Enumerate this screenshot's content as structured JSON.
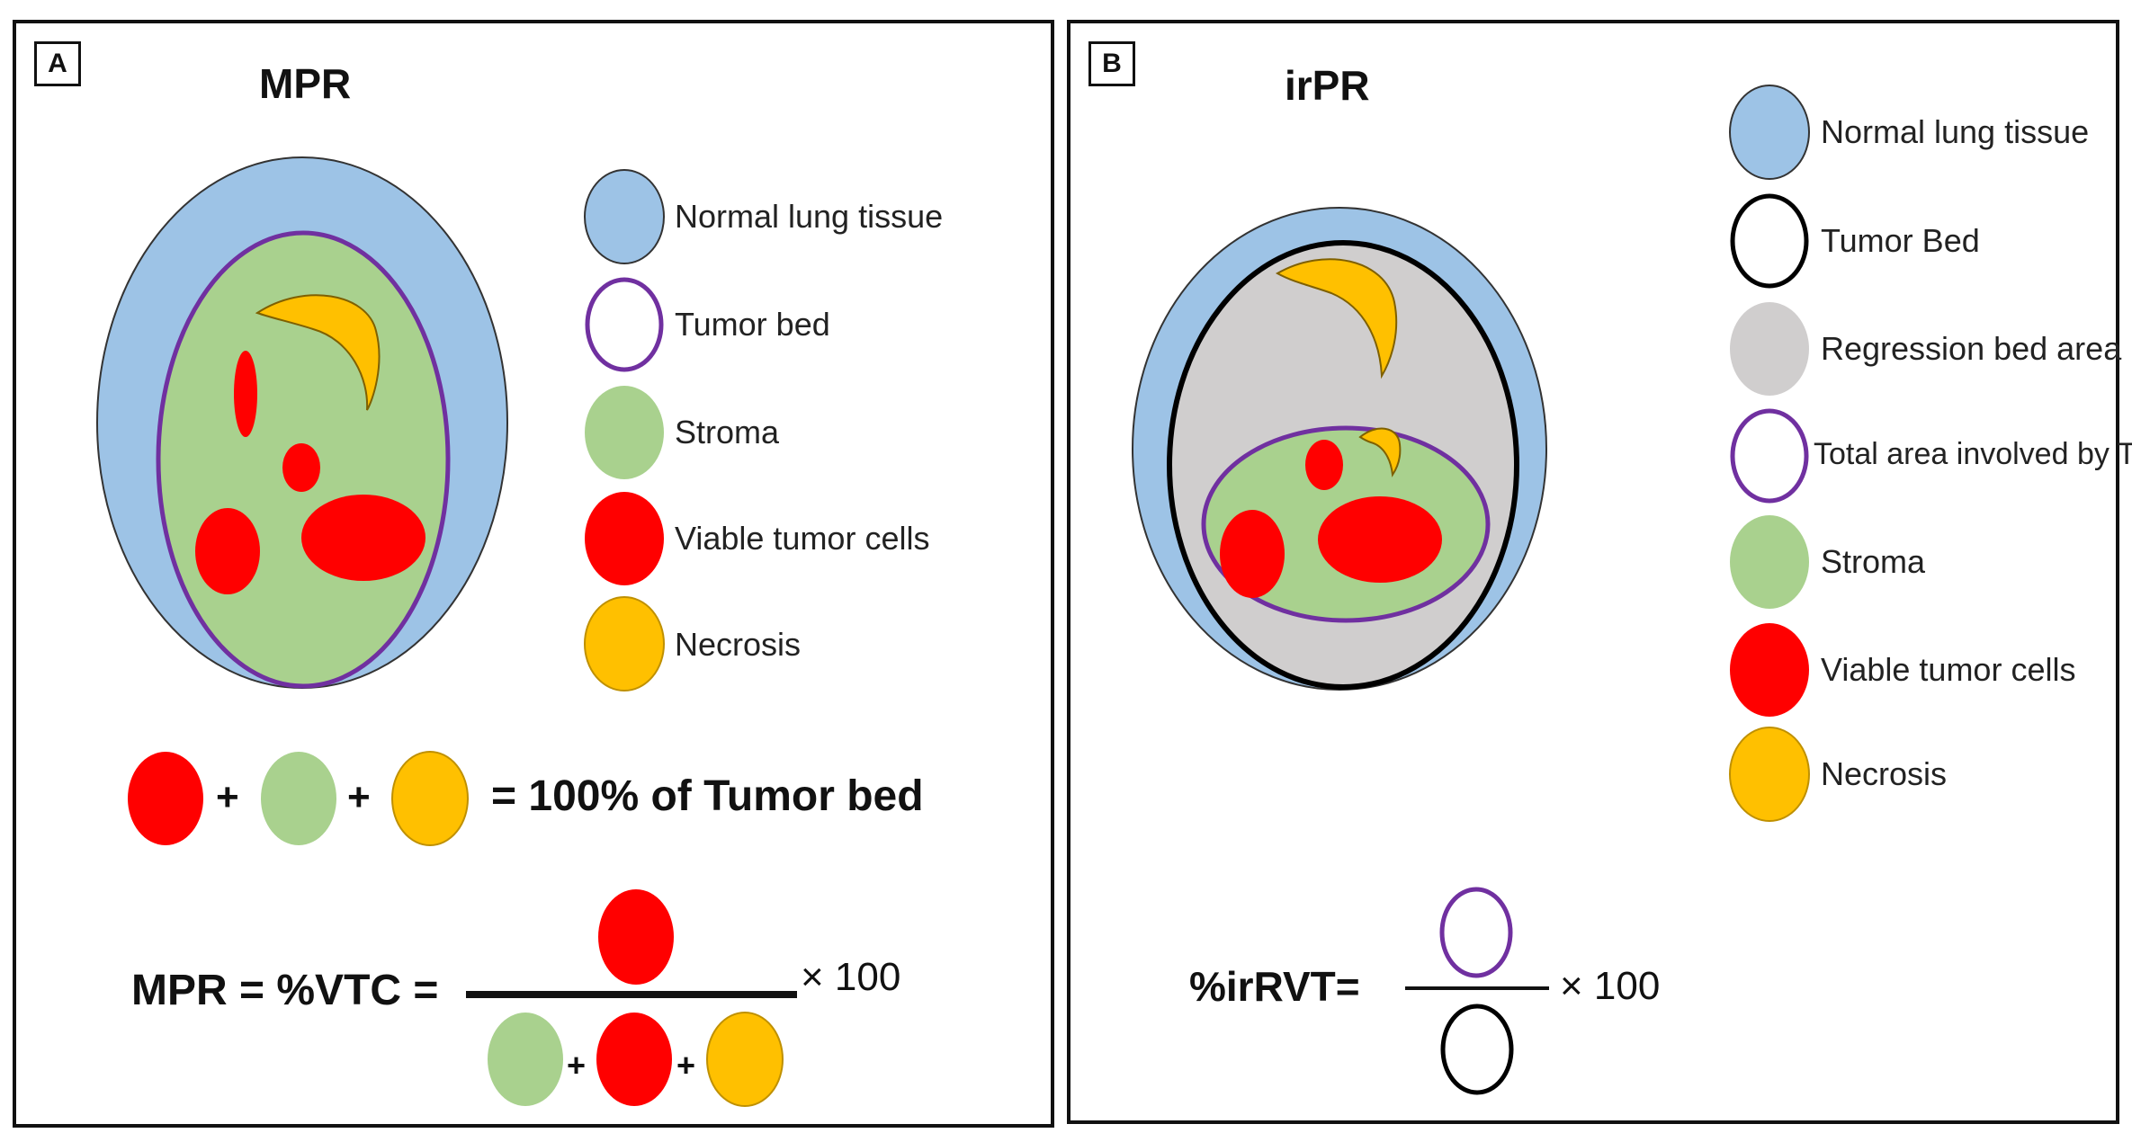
{
  "colors": {
    "normal_lung": "#9DC3E6",
    "tumor_bed_a": "#7030A0",
    "tumor_bed_b": "#000000",
    "stroma": "#A9D18E",
    "viable": "#FF0000",
    "necrosis": "#FFC000",
    "regression": "#D0CECE",
    "total_area": "#7030A0"
  },
  "panel_a": {
    "letter": "A",
    "title": "MPR",
    "legend": [
      {
        "label": "Normal lung tissue",
        "icon": "normal-lung-swatch"
      },
      {
        "label": "Tumor bed",
        "icon": "tumor-bed-swatch"
      },
      {
        "label": "Stroma",
        "icon": "stroma-swatch"
      },
      {
        "label": "Viable tumor cells",
        "icon": "viable-tumor-swatch"
      },
      {
        "label": "Necrosis",
        "icon": "necrosis-swatch"
      }
    ],
    "sum_eq": {
      "plus1": "+",
      "plus2": "+",
      "result": "= 100% of Tumor bed"
    },
    "mpr_eq": {
      "lhs": "MPR = %VTC =",
      "plus1": "+",
      "plus2": "+",
      "times": "× 100"
    }
  },
  "panel_b": {
    "letter": "B",
    "title": "irPR",
    "legend": [
      {
        "label": "Normal lung tissue",
        "icon": "normal-lung-swatch"
      },
      {
        "label": "Tumor Bed",
        "icon": "tumor-bed-swatch"
      },
      {
        "label": "Regression bed area",
        "icon": "regression-bed-swatch"
      },
      {
        "label": "Total area involved by Tumor",
        "icon": "total-area-swatch"
      },
      {
        "label": "Stroma",
        "icon": "stroma-swatch"
      },
      {
        "label": "Viable tumor cells",
        "icon": "viable-tumor-swatch"
      },
      {
        "label": "Necrosis",
        "icon": "necrosis-swatch"
      }
    ],
    "irrvt_eq": {
      "lhs": "%irRVT=",
      "times": "× 100"
    }
  }
}
